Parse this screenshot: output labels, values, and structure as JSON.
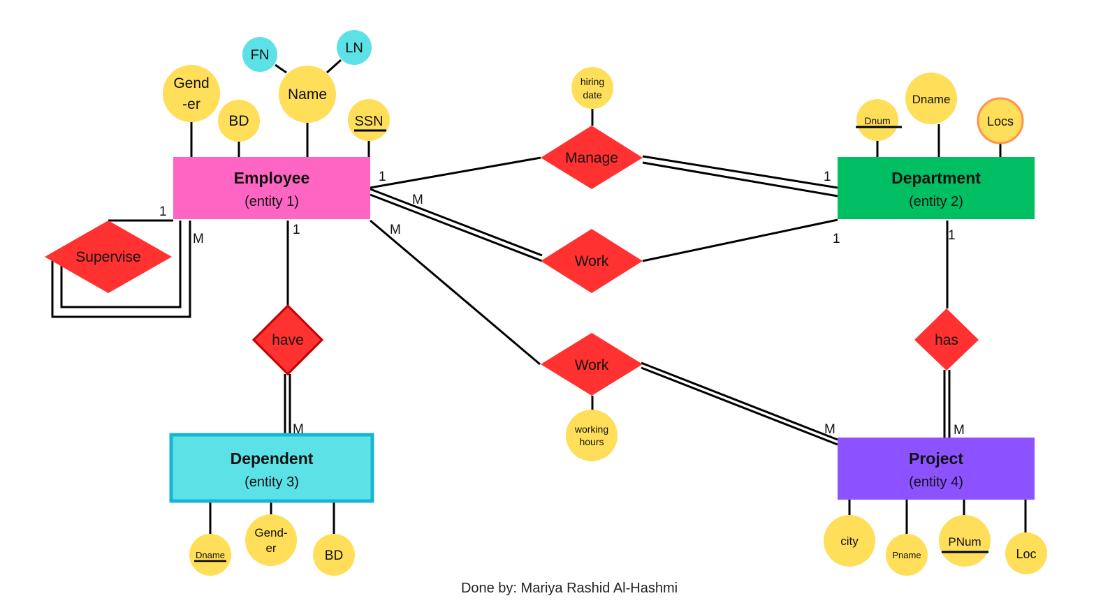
{
  "entities": [
    {
      "id": "employee",
      "name": "Employee",
      "subtitle": "(entity 1)",
      "color": "#ff66c4"
    },
    {
      "id": "department",
      "name": "Department",
      "subtitle": "(entity 2)",
      "color": "#00bf63"
    },
    {
      "id": "dependent",
      "name": "Dependent",
      "subtitle": "(entity 3)",
      "color": "#5ce1e6",
      "border": "#17b5d3"
    },
    {
      "id": "project",
      "name": "Project",
      "subtitle": "(entity 4)",
      "color": "#8c52ff"
    }
  ],
  "relationships": [
    {
      "id": "manage",
      "label": "Manage"
    },
    {
      "id": "work1",
      "label": "Work"
    },
    {
      "id": "work2",
      "label": "Work"
    },
    {
      "id": "supervise",
      "label": "Supervise"
    },
    {
      "id": "have",
      "label": "have"
    },
    {
      "id": "has",
      "label": "has"
    }
  ],
  "attributes": {
    "employee": [
      {
        "id": "gender",
        "lines": [
          "Gend",
          "-er"
        ]
      },
      {
        "id": "bd",
        "lines": [
          "BD"
        ]
      },
      {
        "id": "name",
        "lines": [
          "Name"
        ]
      },
      {
        "id": "fn",
        "lines": [
          "FN"
        ]
      },
      {
        "id": "ln",
        "lines": [
          "LN"
        ]
      },
      {
        "id": "ssn",
        "lines": [
          "SSN"
        ],
        "key": true
      }
    ],
    "department": [
      {
        "id": "dnum",
        "lines": [
          "Dnum"
        ],
        "key": true
      },
      {
        "id": "dname",
        "lines": [
          "Dname"
        ]
      },
      {
        "id": "locs",
        "lines": [
          "Locs"
        ],
        "multivalued": true
      }
    ],
    "dependent": [
      {
        "id": "dep-dname",
        "lines": [
          "Dname"
        ],
        "key": true
      },
      {
        "id": "dep-gender",
        "lines": [
          "Gend-",
          "er"
        ]
      },
      {
        "id": "dep-bd",
        "lines": [
          "BD"
        ]
      }
    ],
    "project": [
      {
        "id": "city",
        "lines": [
          "city"
        ]
      },
      {
        "id": "pname",
        "lines": [
          "Pname"
        ]
      },
      {
        "id": "pnum",
        "lines": [
          "PNum"
        ],
        "key": true
      },
      {
        "id": "loc",
        "lines": [
          "Loc"
        ]
      }
    ],
    "relationship": [
      {
        "id": "hiring-date",
        "lines": [
          "hiring",
          "date"
        ]
      },
      {
        "id": "working-hours",
        "lines": [
          "working",
          "hours"
        ]
      }
    ]
  },
  "cardinalities": {
    "manage_employee": "1",
    "manage_department": "1",
    "work1_employee": "M",
    "work1_department": "1",
    "work2_employee": "M",
    "work2_project": "M",
    "supervise_supervisor": "1",
    "supervise_supervisee": "M",
    "have_employee": "1",
    "have_dependent": "M",
    "has_department": "1",
    "has_project": "M"
  },
  "colors": {
    "attribute": "#ffde59",
    "attribute_id_color": "#5ce1e6",
    "relationship": "#ff3131",
    "relationship_border": "#c00000",
    "multivalued_border": "#ff914d",
    "line": "#000000"
  },
  "credit": "Done by: Mariya Rashid Al-Hashmi"
}
